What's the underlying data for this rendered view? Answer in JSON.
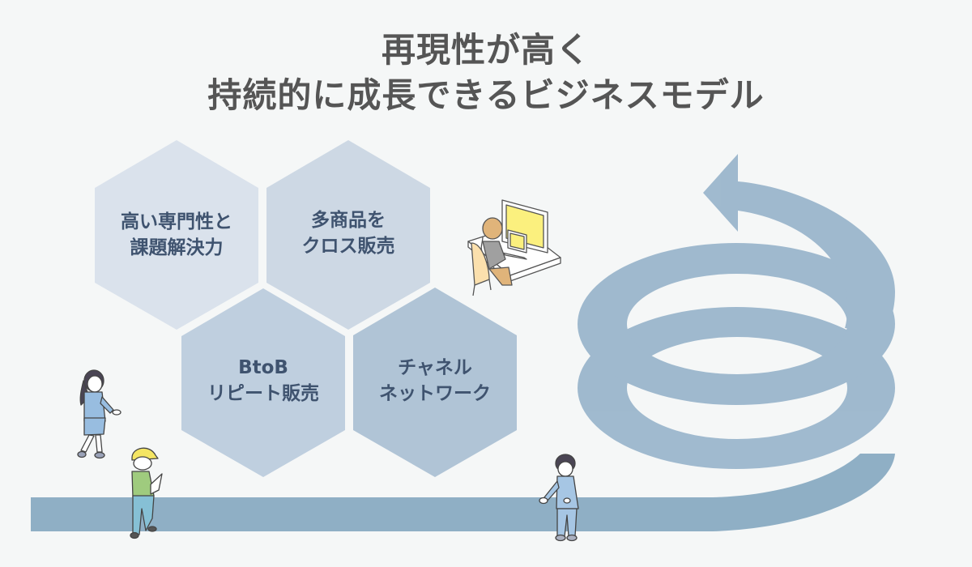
{
  "title": {
    "line1": "再現性が高く",
    "line2": "持続的に成長できるビジネスモデル"
  },
  "hexagons": [
    {
      "line1": "高い専門性と",
      "line2": "課題解決力",
      "color": "#dae2ec"
    },
    {
      "line1": "多商品を",
      "line2": "クロス販売",
      "color": "#cdd8e4"
    },
    {
      "line1": "BtoB",
      "line2": "リピート販売",
      "color": "#bfcfdf"
    },
    {
      "line1": "チャネル",
      "line2": "ネットワーク",
      "color": "#b0c4d6"
    }
  ],
  "colors": {
    "background": "#f5f7f7",
    "title_text": "#555555",
    "hex_text": "#3f536f",
    "road": "#8fafc5",
    "spiral": "#7fa2bf",
    "arrow": "#a2b8cc"
  },
  "illustrations": [
    "person-at-desk-icon",
    "businesswoman-icon",
    "worker-helmet-icon",
    "businessman-icon",
    "growth-spiral-arrow-icon"
  ]
}
